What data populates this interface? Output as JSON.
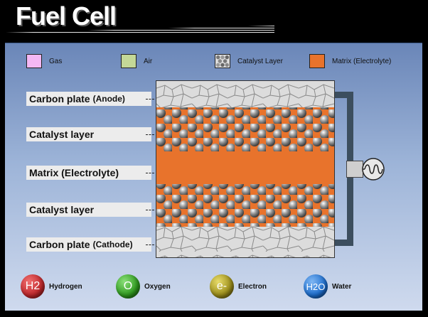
{
  "title": "Fuel Cell",
  "legend_top": [
    {
      "key": "gas",
      "label": "Gas",
      "color": "#f4b8f4"
    },
    {
      "key": "air",
      "label": "Air",
      "color": "#c4d897"
    },
    {
      "key": "catalyst",
      "label": "Catalyst Layer",
      "color": "#9a9a9a"
    },
    {
      "key": "matrix",
      "label": "Matrix (Electrolyte)",
      "color": "#e8732c"
    }
  ],
  "layers": [
    {
      "label": "Carbon plate",
      "sub": "(Anode)"
    },
    {
      "label": "Catalyst layer",
      "sub": ""
    },
    {
      "label": "Matrix (Electrolyte)",
      "sub": ""
    },
    {
      "label": "Catalyst layer",
      "sub": ""
    },
    {
      "label": "Carbon plate",
      "sub": "(Cathode)"
    }
  ],
  "legend_bottom": [
    {
      "symbol": "H2",
      "label": "Hydrogen",
      "color": "#c0282c"
    },
    {
      "symbol": "O",
      "label": "Oxygen",
      "color": "#2f9a1e"
    },
    {
      "symbol": "e-",
      "label": "Electron",
      "color": "#9b8d1a"
    },
    {
      "symbol": "H2O",
      "label": "Water",
      "color": "#1e6fd0"
    }
  ]
}
